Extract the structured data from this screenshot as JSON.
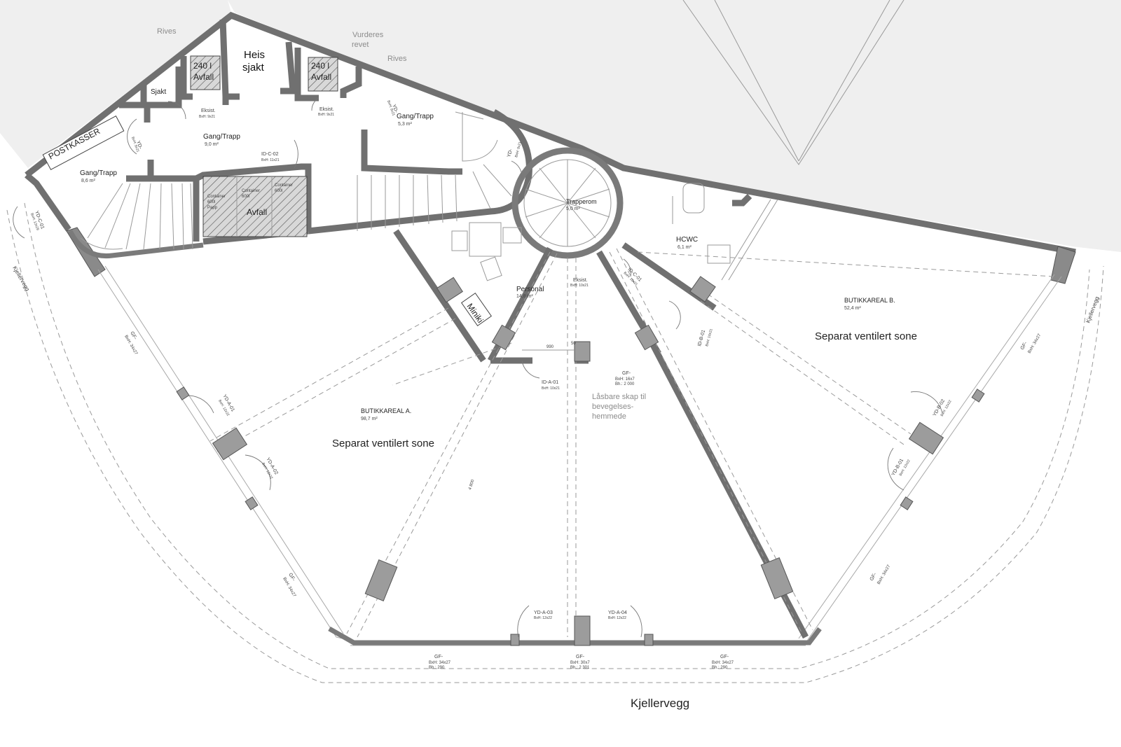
{
  "plan": {
    "rooms": {
      "gang1_name": "Gang/Trapp",
      "gang1_area": "8,6 m²",
      "gang2_name": "Gang/Trapp",
      "gang2_area": "9,0 m²",
      "gang3_name": "Gang/Trapp",
      "gang3_area": "5,3 m²",
      "trapp_name": "Trapperom",
      "trapp_area": "5,0 m²",
      "personal_name": "Personal",
      "personal_area": "14,8 m²",
      "hcwc_name": "HCWC",
      "hcwc_area": "6,1 m²",
      "butikkA_name": "BUTIKKAREAL A.",
      "butikkA_area": "98,7 m²",
      "butikkB_name": "BUTIKKAREAL B.",
      "butikkB_area": "52,4 m²",
      "sjakt": "Sjakt",
      "heis1": "Heis",
      "heis2": "sjakt",
      "avfall240_a1": "240 l",
      "avfall240_a2": "Avfall",
      "avfall240_b1": "240 l",
      "avfall240_b2": "Avfall",
      "avfall": "Avfall",
      "container1a": "Container",
      "container1b": "600l",
      "container1c": "Papp",
      "container2a": "Container",
      "container2b": "600l",
      "container3a": "Container",
      "container3b": "600l",
      "postkasser": "POSTKASSER",
      "miniki": "Miniki"
    },
    "zones": {
      "zoneA": "Separat ventilert sone",
      "zoneB": "Separat ventilert sone"
    },
    "notes": {
      "rives1": "Rives",
      "rives2": "Rives",
      "vurderes1": "Vurderes",
      "vurderes2": "revet",
      "kjellervegg_bottom": "Kjellervegg",
      "kjellervegg_left": "Kjellervegg",
      "kjellervegg_right": "Kjellervegg",
      "skap1": "Låsbare skap til",
      "skap2": "bevegelses-",
      "skap3": "hemmede"
    },
    "doors": {
      "idc02": "ID-C-02",
      "idc02_size": "BxH: 11x21",
      "ida01": "ID-A-01",
      "ida01_size": "BxH: 10x21",
      "idc01": "ID-C-01",
      "idc01_size": "BxH: 10x21",
      "idb01": "ID-B-01",
      "idb01_size": "BxH: 10x21",
      "yda01": "YD-A-01",
      "yda02": "YD-A-02",
      "yda03": "YD-A-03",
      "yda03_size": "BxH: 12x22",
      "yda04": "YD-A-04",
      "yda04_size": "BxH: 12x22",
      "ydb01": "YD-B-01",
      "ydb02": "YD-B-02",
      "ydc01": "YD-C-01",
      "ydc01_size": "BxH: 13x29",
      "yd_top": "YD-",
      "yd_top_size": "BxH: 9x21",
      "yd_left": "YD-",
      "yd_left_size": "BxH: 9x21",
      "yd_mid": "YD-",
      "yd_mid_size": "BxH: 9x21",
      "eksist1": "Eksist.",
      "eksist1_size": "BxH: 9x21",
      "eksist2": "Eksist.",
      "eksist2_size": "BxH: 9x21",
      "eksist3": "Eksist.",
      "eksist3_size": "BxH: 10x21",
      "size_12x22": "BxH: 12x22"
    },
    "windows": {
      "gf": "GF-",
      "gf_bottom_left_size": "BxH: 34x27",
      "gf_bottom_left_bh": "Bh.: 290",
      "gf_bottom_mid_size": "BxH: 30x7",
      "gf_bottom_mid_bh": "Bh.: 2 301",
      "gf_bottom_right_size": "BxH: 34x27",
      "gf_bottom_right_bh": "Bh.: 290",
      "gf_center_size": "BxH: 16x7",
      "gf_center_bh": "Bh.: 2 000"
    },
    "dims": {
      "d990": "990",
      "d50": "50",
      "d4800": "4 800"
    }
  }
}
